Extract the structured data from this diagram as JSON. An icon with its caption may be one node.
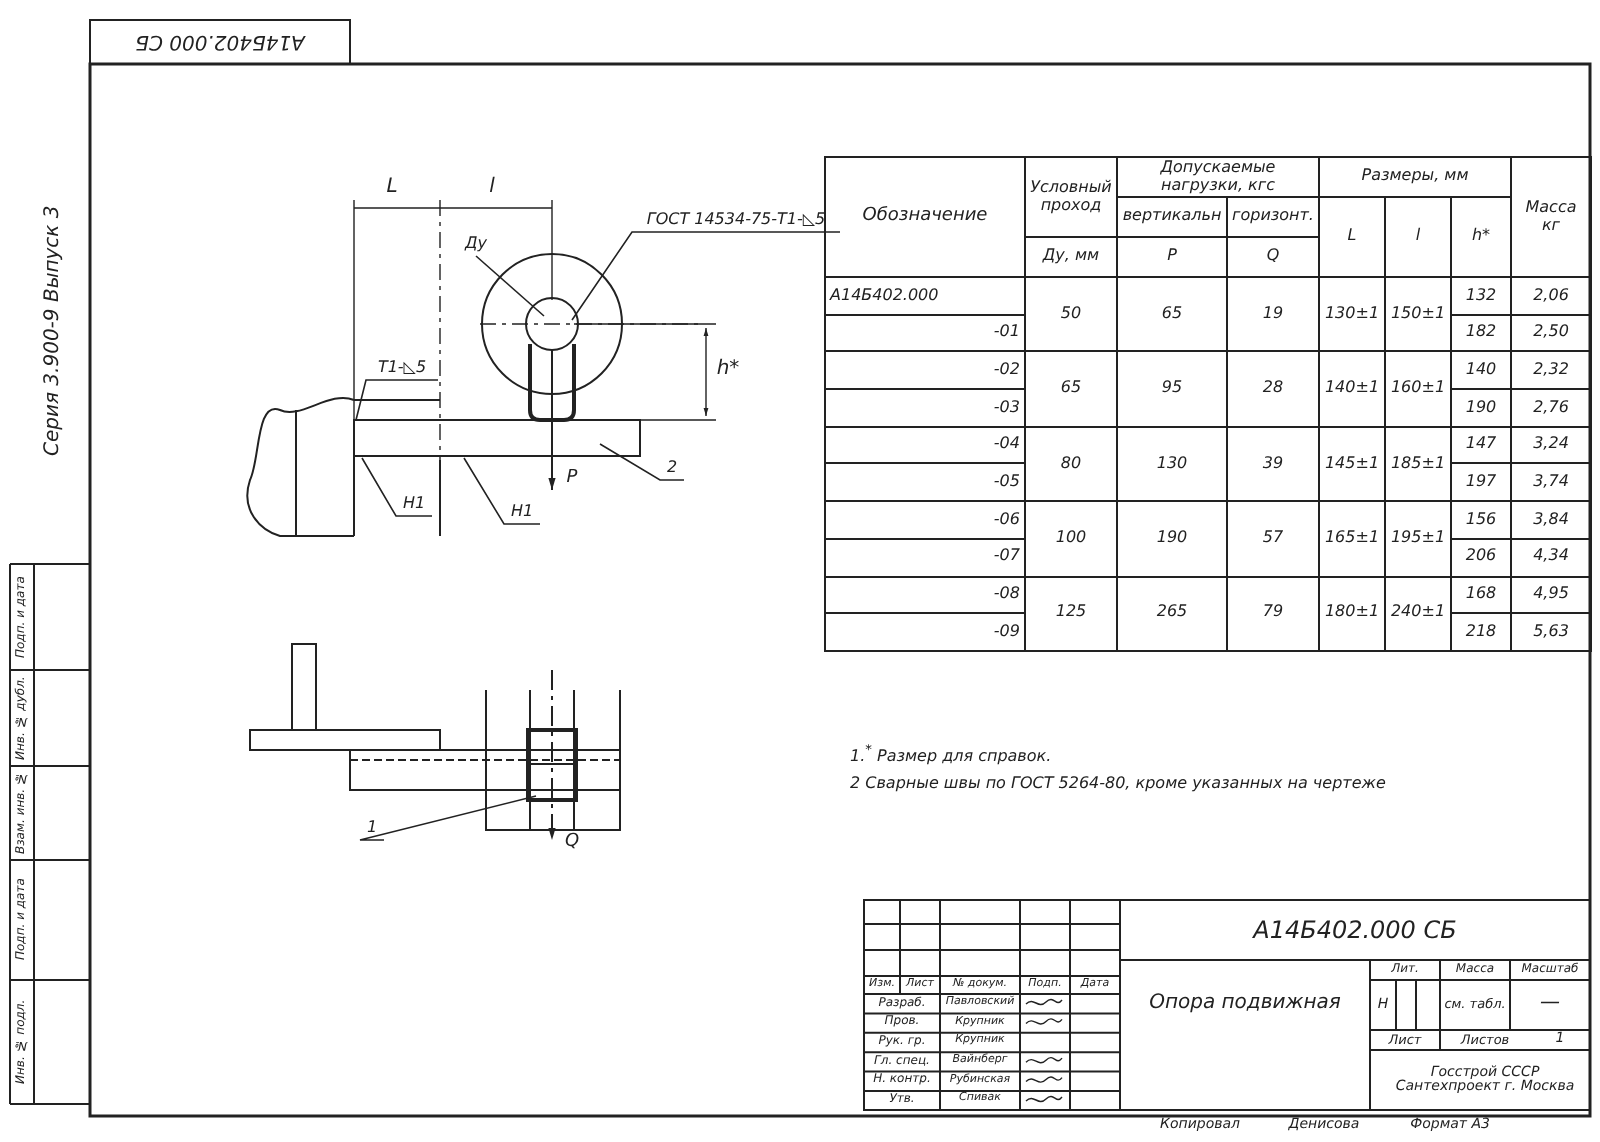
{
  "diagram": {
    "nodes": [
      {
        "text": [
          "Ду"
        ]
      },
      {
        "text": [
          "ГОСТ 14534-75-Т1-◺5"
        ]
      },
      {
        "text": [
          "Т1-◺5"
        ]
      },
      {
        "text": [
          "Н1"
        ]
      },
      {
        "text": [
          "Н1"
        ]
      },
      {
        "text": [
          "2"
        ]
      },
      {
        "text": [
          "1"
        ]
      }
    ],
    "edges": [
      {
        "from": 0,
        "to": null,
        "arrow": "none"
      },
      {
        "from": 1,
        "to": null,
        "arrow": "none"
      },
      {
        "from": 2,
        "to": null,
        "arrow": "none"
      },
      {
        "from": 3,
        "to": null,
        "arrow": "none"
      },
      {
        "from": 4,
        "to": null,
        "arrow": "none"
      },
      {
        "from": 5,
        "to": null,
        "arrow": "none"
      },
      {
        "from": 6,
        "to": null,
        "arrow": "none"
      }
    ],
    "labels": [
      "А14Б402.000 СБ",
      "Серия 3.900-9 Выпуск 3",
      "Инв. № подл.",
      "Подп. и дата",
      "Взам. инв. №",
      "Инв. № дубл.",
      "Подп. и дата",
      "L",
      "l",
      "h*",
      "P",
      "Q",
      "Обозначение",
      "Условный проход",
      "Допускаемые нагрузки, кгс",
      "Размеры, мм",
      "Масса кг",
      "вертикальн",
      "горизонт.",
      "L",
      "l",
      "h*",
      "Ду, мм",
      "P",
      "Q",
      "А14Б402.000",
      "50",
      "65",
      "19",
      "130±1",
      "150±1",
      "132",
      "2,06",
      "-01",
      "182",
      "2,50",
      "-02",
      "65",
      "95",
      "28",
      "140±1",
      "160±1",
      "140",
      "2,32",
      "-03",
      "190",
      "2,76",
      "-04",
      "80",
      "130",
      "39",
      "145±1",
      "185±1",
      "147",
      "3,24",
      "-05",
      "197",
      "3,74",
      "-06",
      "100",
      "190",
      "57",
      "165±1",
      "195±1",
      "156",
      "3,84",
      "-07",
      "206",
      "4,34",
      "-08",
      "125",
      "265",
      "79",
      "180±1",
      "240±1",
      "168",
      "4,95",
      "-09",
      "218",
      "5,63",
      "1.$^{*}$ Размер для справок.",
      "2 Сварные швы по ГОСТ 5264-80, кроме указанных на чертеже",
      "А14Б402.000 СБ",
      "Изм.",
      "Лист",
      "№ докум.",
      "Подп.",
      "Дата",
      "Разраб.",
      "Павловский",
      "Пров.",
      "Крупник",
      "Рук. гр.",
      "Крупник",
      "Гл. спец.",
      "Вайнберг",
      "Н. контр.",
      "Рубинская",
      "Утв.",
      "Спивак",
      "Опора подвижная",
      "Лит.",
      "Масса",
      "Масштаб",
      "Н",
      "см. табл.",
      "—",
      "Лист",
      "Листов",
      "1",
      "Госстрой СССР Сантехпроект г. Москва",
      "Копировал",
      "Денисова",
      "Формат А3"
    ]
  }
}
